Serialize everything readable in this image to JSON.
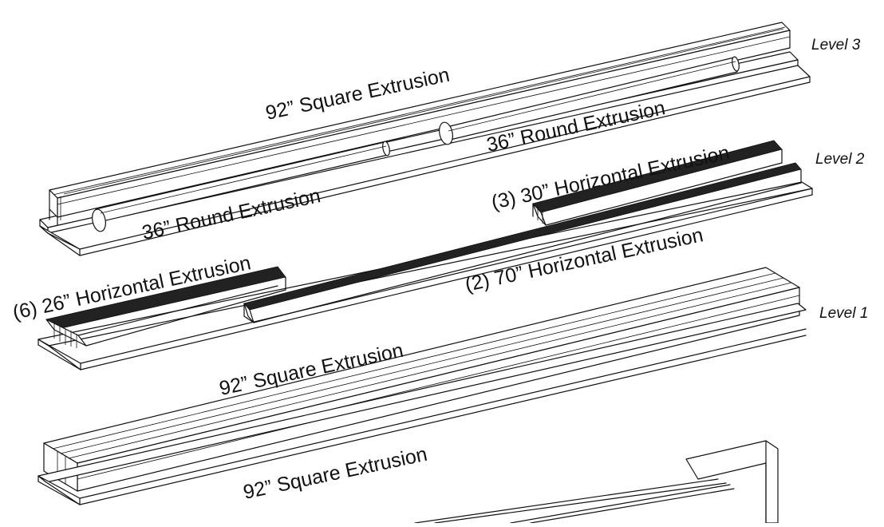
{
  "levels": {
    "level3": "Level 3",
    "level2": "Level 2",
    "level1": "Level 1"
  },
  "labels": {
    "top_square": "92” Square Extrusion",
    "round_right": "36” Round Extrusion",
    "round_left": "36” Round Extrusion",
    "horiz_30": "(3) 30” Horizontal Extrusion",
    "horiz_70": "(2) 70” Horizontal Extrusion",
    "horiz_26": "(6) 26” Horizontal Extrusion",
    "mid_square": "92” Square Extrusion",
    "bottom_square": "92” Square Extrusion"
  }
}
